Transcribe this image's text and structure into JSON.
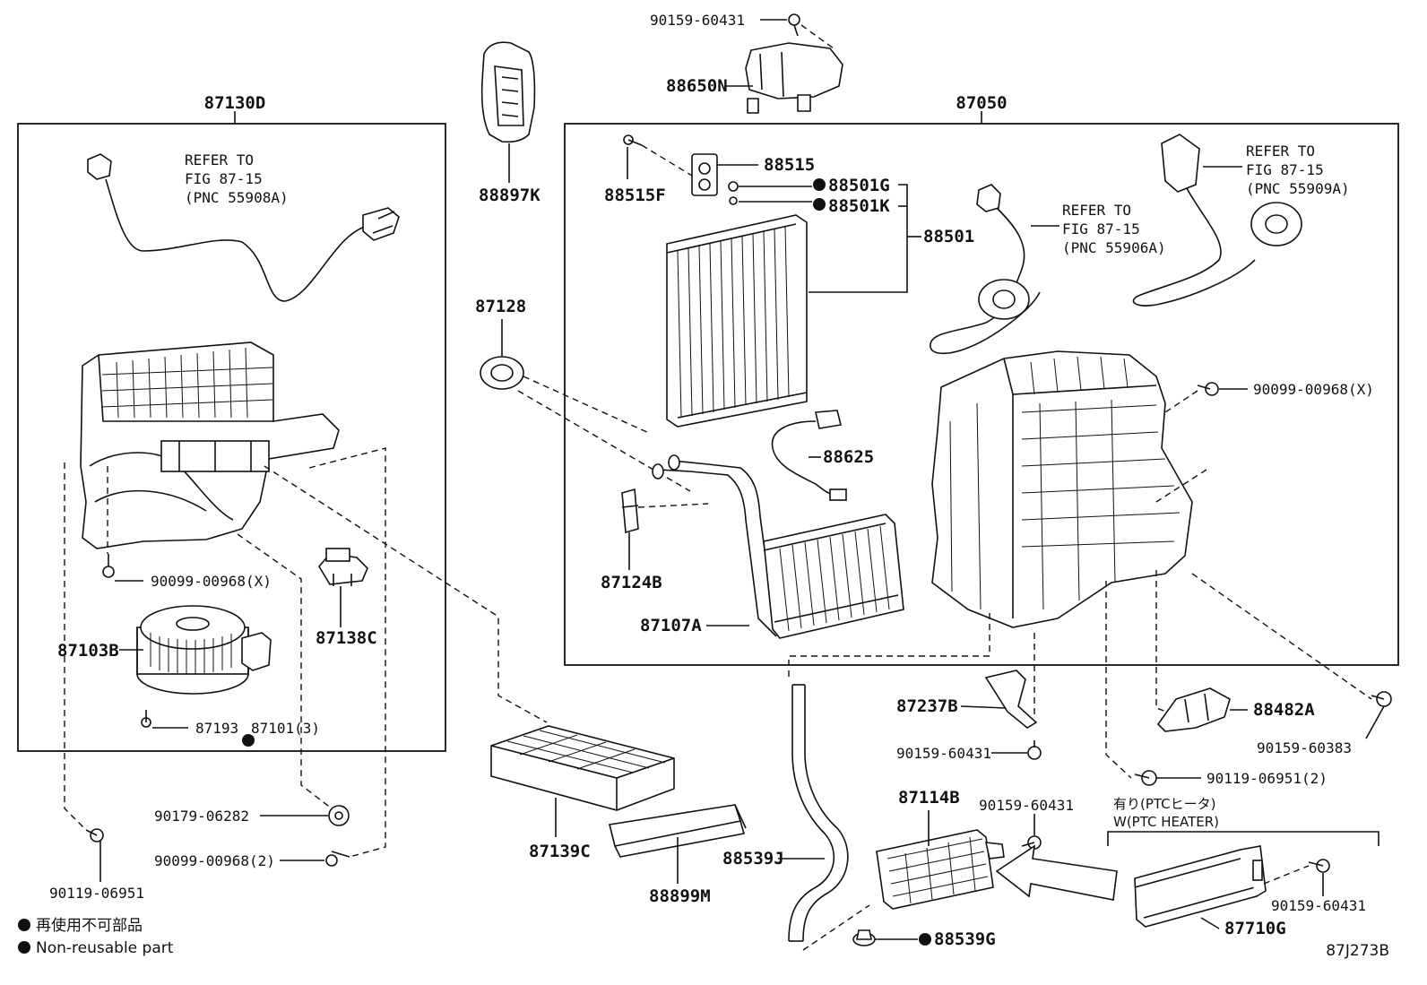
{
  "groups": {
    "left": {
      "code": "87130D"
    },
    "right": {
      "code": "87050"
    }
  },
  "refs": {
    "left": {
      "line1": "REFER TO",
      "line2": "FIG 87-15",
      "line3": "(PNC 55908A)"
    },
    "middle": {
      "line1": "REFER TO",
      "line2": "FIG 87-15",
      "line3": "(PNC 55906A)"
    },
    "right": {
      "line1": "REFER TO",
      "line2": "FIG 87-15",
      "line3": "(PNC 55909A)"
    }
  },
  "parts": {
    "p90159_60431_top": "90159-60431",
    "p88650N": "88650N",
    "p88897K": "88897K",
    "p88515": "88515",
    "p88515F": "88515F",
    "p88501G": "88501G",
    "p88501K": "88501K",
    "p88501": "88501",
    "p87128": "87128",
    "p88625": "88625",
    "p87124B": "87124B",
    "p87107A": "87107A",
    "p90099_00968X_right": "90099-00968(X)",
    "p90099_00968X_left": "90099-00968(X)",
    "p87103B": "87103B",
    "p87138C": "87138C",
    "p87193": "87193",
    "p87101": "87101(3)",
    "p90179_06282": "90179-06282",
    "p90099_00968_2": "90099-00968(2)",
    "p90119_06951": "90119-06951",
    "p87139C": "87139C",
    "p88899M": "88899M",
    "p88539J": "88539J",
    "p88539G": "88539G",
    "p87237B": "87237B",
    "p90159_60431_mid": "90159-60431",
    "p87114B": "87114B",
    "p90159_60431_heater": "90159-60431",
    "p88482A": "88482A",
    "p90159_60383": "90159-60383",
    "p90119_06951_2": "90119-06951(2)",
    "p87710G": "87710G",
    "p90159_60431_ptc": "90159-60431"
  },
  "ptc": {
    "jp": "有り(PTCヒータ)",
    "en": "W(PTC HEATER)"
  },
  "legend": {
    "jp": "再使用不可部品",
    "en": "Non-reusable part"
  },
  "figure_id": "87J273B"
}
